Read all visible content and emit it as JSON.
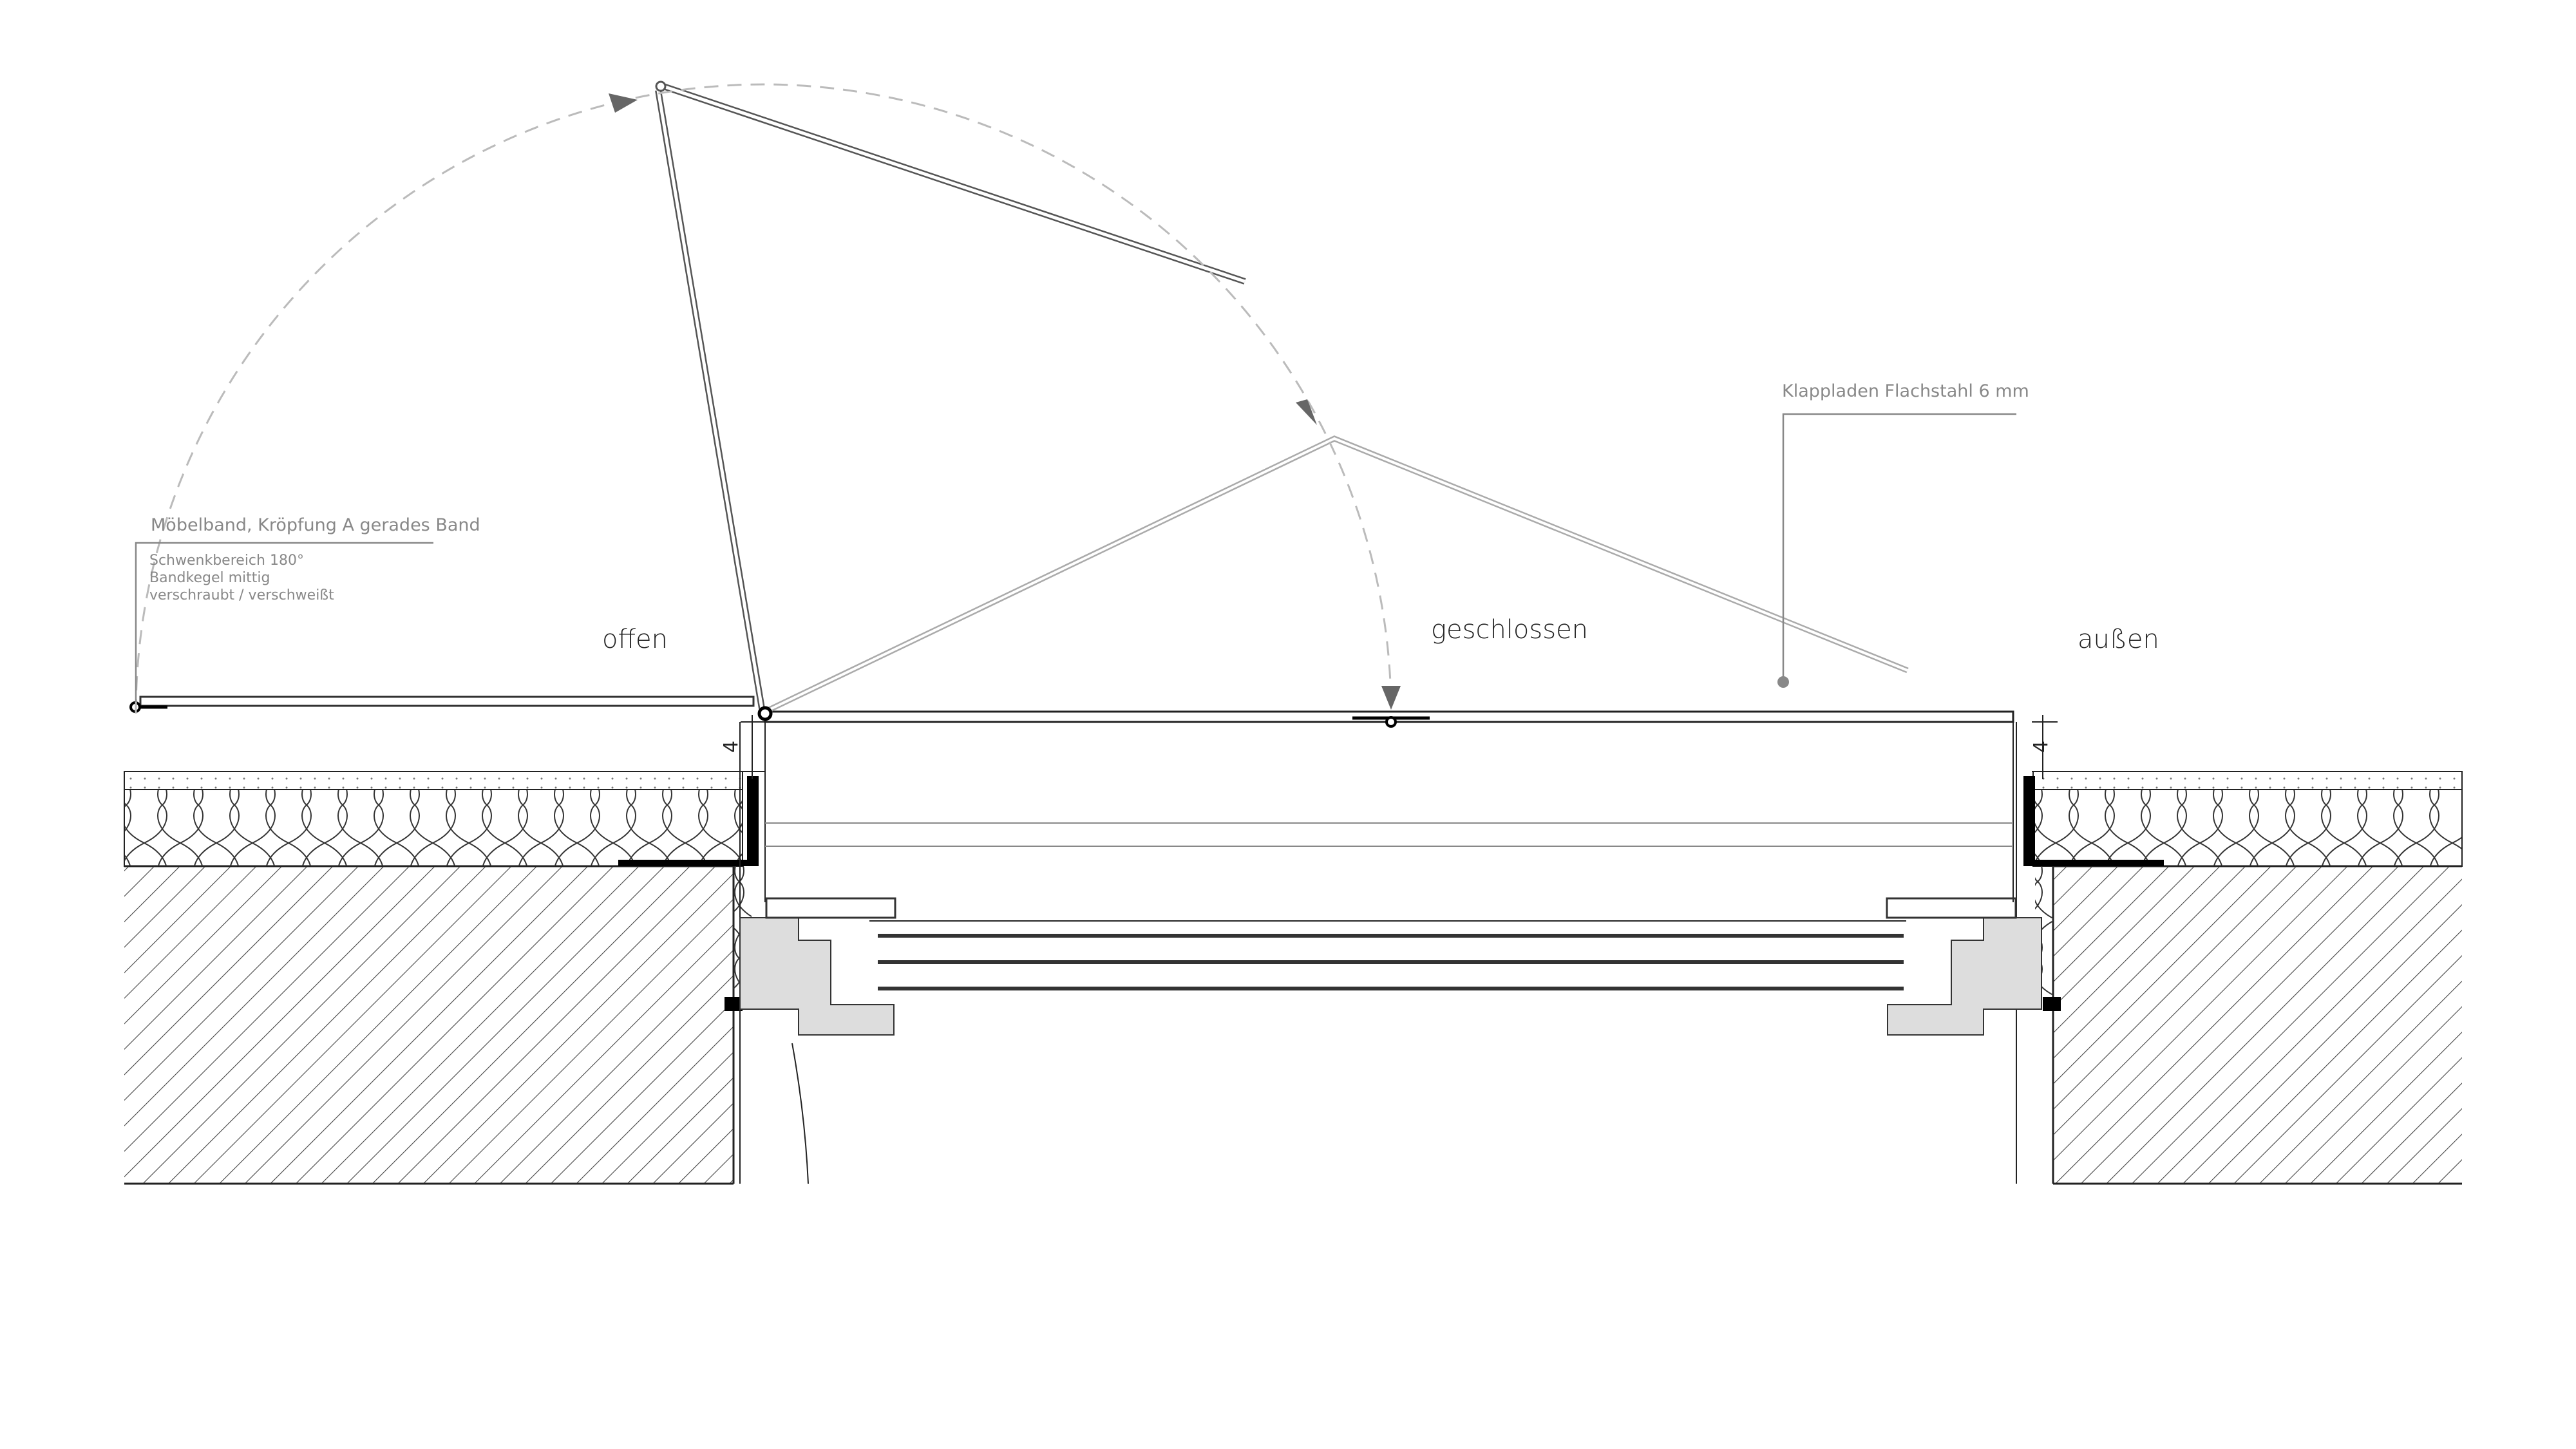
{
  "labels": {
    "open": "offen",
    "closed": "geschlossen",
    "outside": "außen"
  },
  "annotations": {
    "hinge_title": "Möbelband, Kröpfung A gerades Band",
    "hinge_lines": [
      "Schwenkbereich 180°",
      "Bandkegel mittig",
      "verschraubt / verschweißt"
    ],
    "shutter": "Klappladen Flachstahl 6 mm"
  },
  "dimensions": {
    "left": "4",
    "right": "4"
  }
}
